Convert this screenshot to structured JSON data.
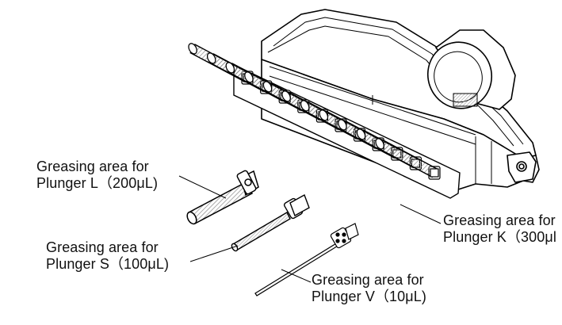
{
  "diagram": {
    "labels": {
      "plunger_l": {
        "line1": "Greasing area for",
        "line2": "Plunger  L（200μL)"
      },
      "plunger_s": {
        "line1": "Greasing area for",
        "line2": "Plunger S（100μL)"
      },
      "plunger_v": {
        "line1": "Greasing area for",
        "line2": "Plunger  V（10μL)"
      },
      "plunger_k": {
        "line1": "Greasing area for",
        "line2": "Plunger  K（300μl"
      }
    },
    "plunger_count_in_block": 11,
    "line_color": "#000000",
    "hatch_color": "#9a9a9a",
    "background": "#ffffff"
  }
}
